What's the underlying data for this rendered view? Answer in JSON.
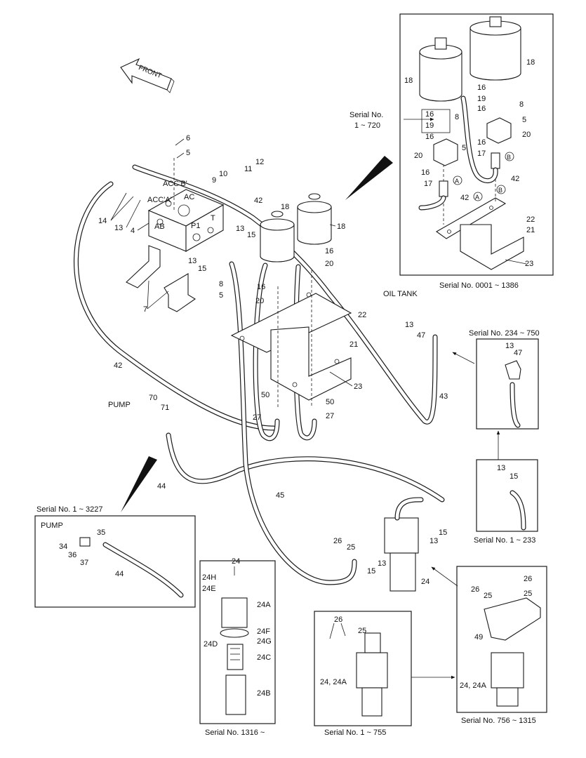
{
  "direction": "FRONT",
  "serials": {
    "s1_720": [
      "Serial No.",
      "1 ~ 720"
    ],
    "s0001_1386": "Serial No. 0001 ~ 1386",
    "s234_750": "Serial No. 234 ~ 750",
    "s1_233": "Serial No. 1 ~ 233",
    "s1_3227": "Serial No. 1 ~ 3227",
    "s1316": "Serial No. 1316 ~",
    "s1_755": "Serial No. 1 ~ 755",
    "s756_1315": "Serial No. 756 ~ 1315"
  },
  "words": {
    "oil_tank": "OIL TANK",
    "pump": "PUMP"
  },
  "ports": {
    "acc_b": "ACC'B'",
    "acc_a": "ACC'A'",
    "ac": "AC",
    "ab": "AB",
    "p1": "P1",
    "t": "T"
  },
  "callouts": {
    "a": "A",
    "b": "B",
    "n4": "4",
    "n5": "5",
    "n6": "6",
    "n7": "7",
    "n8": "8",
    "n9": "9",
    "n10": "10",
    "n11": "11",
    "n12": "12",
    "n13": "13",
    "n14": "14",
    "n15": "15",
    "n16": "16",
    "n17": "17",
    "n18": "18",
    "n19": "19",
    "n20": "20",
    "n21": "21",
    "n22": "22",
    "n23": "23",
    "n24": "24",
    "n25": "25",
    "n26": "26",
    "n27": "27",
    "n34": "34",
    "n35": "35",
    "n36": "36",
    "n37": "37",
    "n42": "42",
    "n43": "43",
    "n44": "44",
    "n45": "45",
    "n47": "47",
    "n49": "49",
    "n50": "50",
    "n70": "70",
    "n71": "71",
    "n24a": "24A",
    "n24b": "24B",
    "n24c": "24C",
    "n24d": "24D",
    "n24e": "24E",
    "n24f": "24F",
    "n24g": "24G",
    "n24h": "24H",
    "n24_24a": "24, 24A"
  }
}
